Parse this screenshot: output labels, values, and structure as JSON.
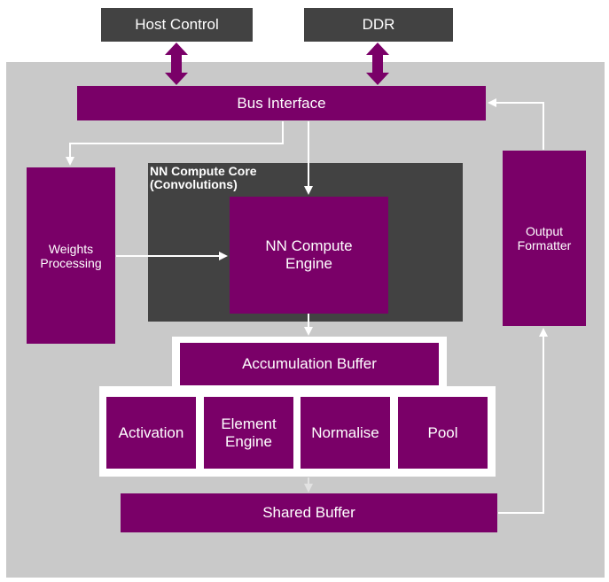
{
  "host_control": "Host Control",
  "ddr": "DDR",
  "bus_interface": "Bus Interface",
  "weights_processing": "Weights\nProcessing",
  "nn_core_title": "NN Compute Core\n(Convolutions)",
  "nn_engine": "NN Compute\nEngine",
  "output_formatter": "Output\nFormatter",
  "accumulation_buffer": "Accumulation Buffer",
  "activation": "Activation",
  "element_engine": "Element\nEngine",
  "normalise": "Normalise",
  "pool": "Pool",
  "shared_buffer": "Shared Buffer",
  "colors": {
    "purple": "#7a0068",
    "dark": "#424242",
    "panel": "#c9c9c9",
    "wire": "#ffffff",
    "faded_wire": "#e2e2e2"
  }
}
